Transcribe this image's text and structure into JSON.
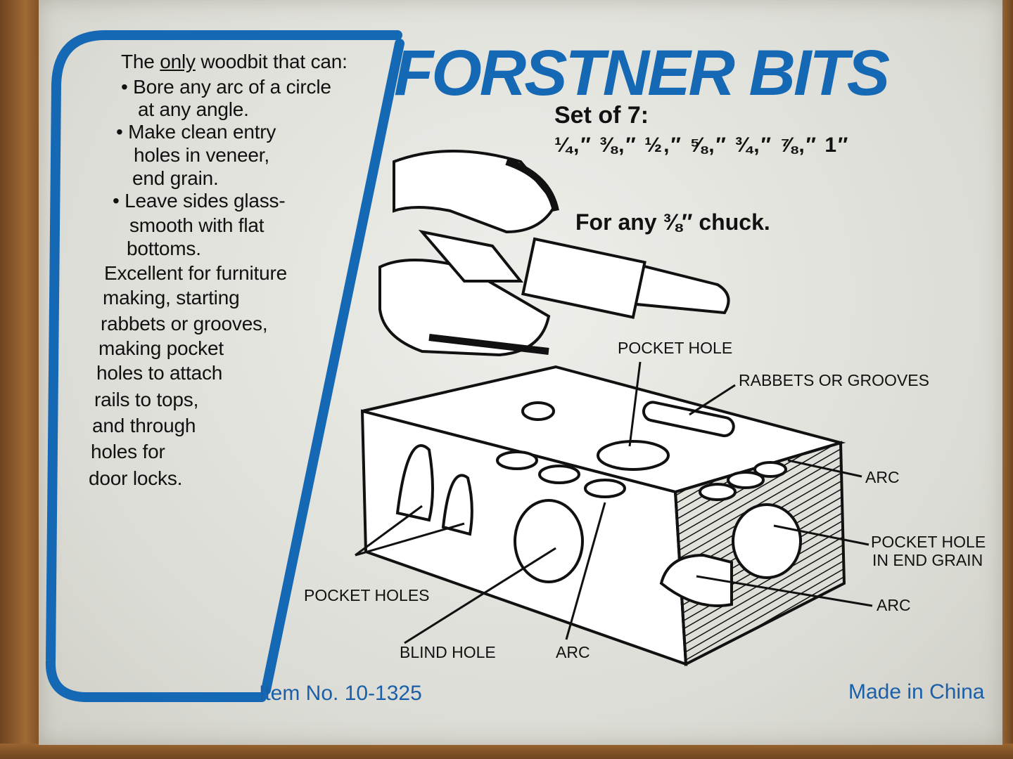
{
  "title": "FORSTNER BITS",
  "set_heading": "Set of 7:",
  "sizes": "¼,″ ⅜,″ ½,″ ⅝,″ ¾,″ ⅞,″ 1″",
  "chuck_note": "For any ⅜″ chuck.",
  "intro": {
    "before": "The ",
    "emphasis": "only",
    "after": " woodbit that can:"
  },
  "features": [
    "• Bore any arc of a circle",
    "at any angle.",
    "• Make clean entry",
    "holes in veneer,",
    "end grain.",
    "• Leave sides glass-",
    "smooth with flat",
    "bottoms.",
    "Excellent for furniture",
    "making, starting",
    "rabbets or grooves,",
    "making pocket",
    "holes to attach",
    "rails to tops,",
    "and through",
    "holes for",
    "door locks."
  ],
  "diagram_labels": {
    "pocket_hole": "POCKET HOLE",
    "rabbets": "RABBETS OR GROOVES",
    "arc_top": "ARC",
    "pocket_end_grain_1": "POCKET HOLE",
    "pocket_end_grain_2": "IN END GRAIN",
    "arc_right": "ARC",
    "pocket_holes": "POCKET HOLES",
    "blind_hole": "BLIND HOLE",
    "arc_bottom": "ARC"
  },
  "item_no": "Item No. 10-1325",
  "origin": "Made in China",
  "colors": {
    "brand_blue": "#1568b3",
    "wood": "#8a5a2b"
  }
}
